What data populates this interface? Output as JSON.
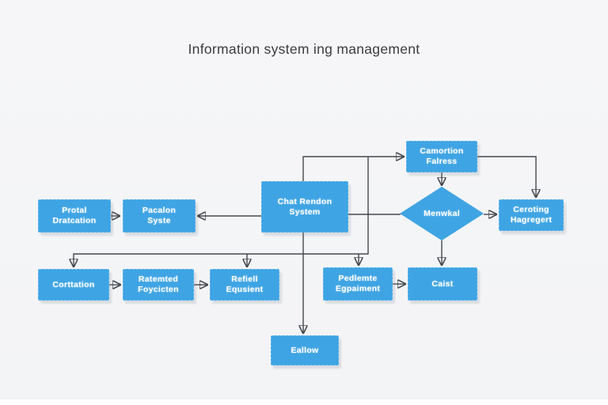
{
  "title": "Information system ing management",
  "colors": {
    "node_fill": "#3ea4e4",
    "node_text": "#ffffff",
    "connector": "#44484e",
    "background": "#f4f5f6"
  },
  "nodes": {
    "protal": {
      "label": "Protal\nDratcation"
    },
    "pacalon": {
      "label": "Pacalon\nSyste"
    },
    "central": {
      "label": "Chat Rendon\nSystem"
    },
    "camortion": {
      "label": "Camortion\nFalress"
    },
    "menwkal": {
      "label": "Menwkal"
    },
    "ceroting": {
      "label": "Ceroting\nHagregert"
    },
    "corttation": {
      "label": "Corttation"
    },
    "ratemted": {
      "label": "Ratemted\nFoycicten"
    },
    "refiell": {
      "label": "Refiell\nEqusient"
    },
    "pedlemte": {
      "label": "Pedlemte\nEgpaiment"
    },
    "caist": {
      "label": "Caist"
    },
    "eallow": {
      "label": "Eallow"
    }
  }
}
